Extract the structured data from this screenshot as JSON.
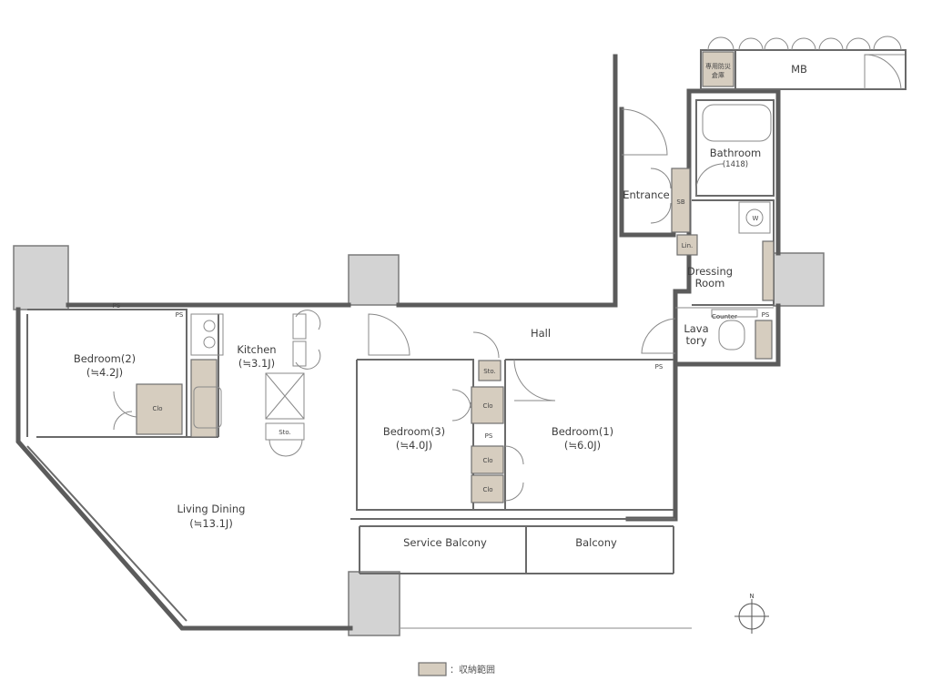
{
  "rooms": {
    "bedroom2": {
      "name": "Bedroom(2)",
      "size": "(≒4.2J)"
    },
    "kitchen": {
      "name": "Kitchen",
      "size": "(≒3.1J)"
    },
    "bedroom3": {
      "name": "Bedroom(3)",
      "size": "(≒4.0J)"
    },
    "bedroom1": {
      "name": "Bedroom(1)",
      "size": "(≒6.0J)"
    },
    "living": {
      "name": "Living Dining",
      "size": "(≒13.1J)"
    },
    "hall": {
      "name": "Hall"
    },
    "entrance": {
      "name": "Entrance"
    },
    "bathroom": {
      "name": "Bathroom",
      "size": "(1418)"
    },
    "dressing": {
      "name_line1": "Dressing",
      "name_line2": "Room"
    },
    "lavatory": {
      "name_line1": "Lava",
      "name_line2": "tory"
    },
    "service_balcony": {
      "name": "Service Balcony"
    },
    "balcony": {
      "name": "Balcony"
    },
    "mb": {
      "name": "MB"
    }
  },
  "fixtures": {
    "ps": "PS",
    "clo": "Clo",
    "sto": "Sto.",
    "sb": "SB",
    "lin": "Lin.",
    "w": "W",
    "counter": "Counter",
    "disaster_storage_line1": "専用防災",
    "disaster_storage_line2": "倉庫"
  },
  "compass": {
    "north": "N"
  },
  "legend": {
    "text": "：収納範囲",
    "swatch_color": "#d6cdbf"
  },
  "colors": {
    "wall": "#5b5b5b",
    "pillar": "#d3d3d3",
    "storage": "#d6cdbf"
  }
}
